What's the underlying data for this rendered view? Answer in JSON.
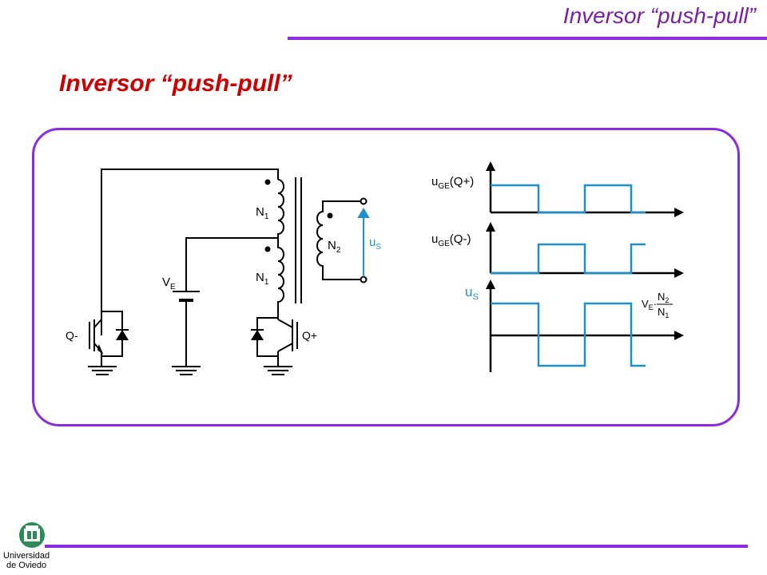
{
  "header": {
    "title": "Inversor “push-pull”"
  },
  "slide": {
    "title": "Inversor “push-pull”"
  },
  "circuit": {
    "labels": {
      "n1_top": "N",
      "n1_top_sub": "1",
      "n1_bottom": "N",
      "n1_bottom_sub": "1",
      "n2": "N",
      "n2_sub": "2",
      "us": "u",
      "us_sub": "S",
      "ve": "V",
      "ve_sub": "E",
      "q_minus": "Q-",
      "q_plus": "Q+"
    }
  },
  "waveforms": {
    "ugeqplus": {
      "main": "u",
      "sub": "GE",
      "suffix": "(Q+)"
    },
    "ugeqminus": {
      "main": "u",
      "sub": "GE",
      "suffix": "(Q-)"
    },
    "us": {
      "main": "u",
      "sub": "S"
    },
    "amplitude": {
      "ve": "V",
      "ve_sub": "E",
      "dot": "·",
      "num": "N",
      "num_sub": "2",
      "den": "N",
      "den_sub": "1"
    }
  },
  "colors": {
    "accent": "#8a2be2",
    "title": "#cc0000",
    "header": "#7a1fa2",
    "signal": "#1e90d0",
    "wire": "#000000"
  },
  "footer": {
    "logo_line1": "Universidad",
    "logo_line2": "de Oviedo"
  }
}
